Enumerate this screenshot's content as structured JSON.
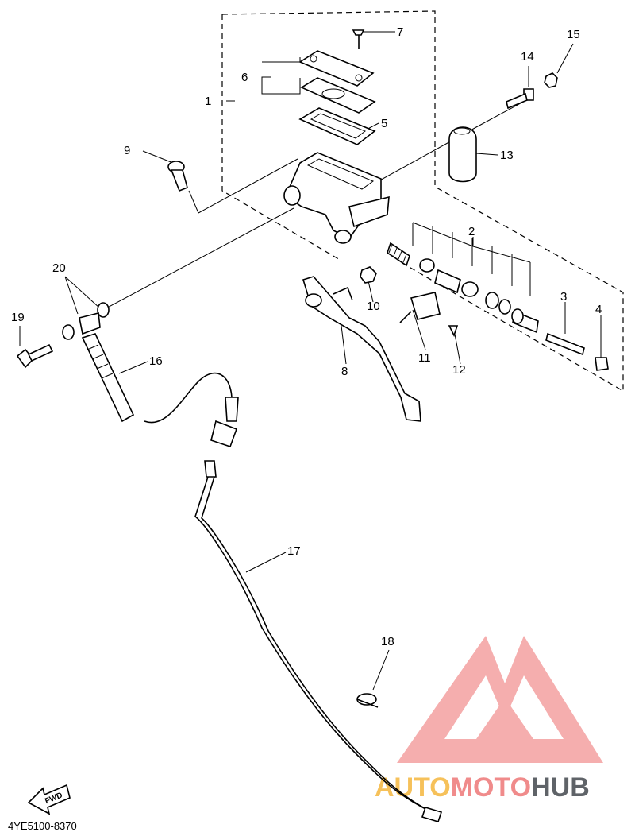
{
  "callouts": {
    "c1": "1",
    "c2": "2",
    "c3": "3",
    "c4": "4",
    "c5": "5",
    "c6": "6",
    "c7": "7",
    "c8": "8",
    "c9": "9",
    "c10": "10",
    "c11": "11",
    "c12": "12",
    "c13": "13",
    "c14": "14",
    "c15": "15",
    "c16": "16",
    "c17": "17",
    "c18": "18",
    "c19": "19",
    "c20": "20"
  },
  "diagram_code": "4YE5100-8370",
  "fwd_label": "FWD",
  "watermark": {
    "part1": "AUTO",
    "part2": "MOTO",
    "part3": "HUB",
    "colors": {
      "auto": "#f6c15a",
      "moto": "#f08b8b",
      "hub": "#5f6368",
      "logo": "#f4a0a0"
    }
  }
}
